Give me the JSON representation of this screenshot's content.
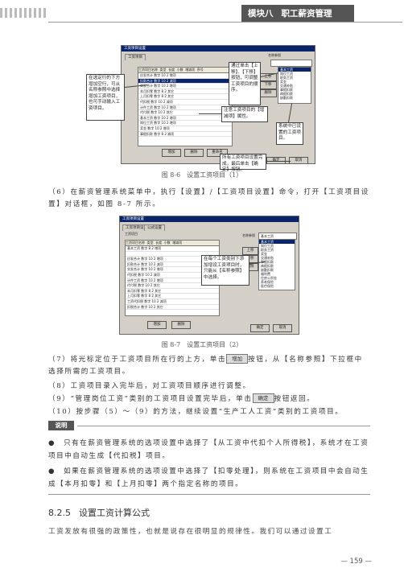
{
  "header": {
    "chapter": "模块八",
    "title": "职工薪资管理"
  },
  "figure1": {
    "window_title": "工资项目设置",
    "tab": "工资项目",
    "columns": [
      "工资项目名称",
      "类型",
      "长度",
      "小数",
      "增减项",
      "序号"
    ],
    "rows": [
      "应发合计  数字 10 2 增项",
      "扣款合计  数字 10 2 减项",
      "实发合计  数字 10 2 增项",
      "本月扣零  数字 8 2 其它",
      "上月扣零  数字 8 2 其它",
      "代扣税  数字 10 2 减项",
      "计件工资  数字 10 2 增项",
      "代付税  数字 10 2 其它",
      "基本工资  数字 10 2 增项",
      "岗位工资  数字 10 2 增项",
      "奖金  数字 10 2 增项",
      "事假扣款  数字 8 2 减项"
    ],
    "selected_row": 1,
    "ref_label": "名称参照",
    "side_items": [
      "基本工资",
      "岗位工资",
      "职务工资",
      "奖金",
      "交通补贴",
      "事假扣款",
      "病假扣款",
      "缺勤扣款"
    ],
    "side_buttons": [
      "上移",
      "下移",
      "删除"
    ],
    "bottom_buttons": [
      "增加",
      "删除",
      "重命名"
    ],
    "ok_button": "确定",
    "cancel_button": "取消",
    "callouts": {
      "left": "在选定行的下方增加空行，可从名称参照中选择增加工资项目，也可手动输入工资项目。",
      "top_right": "通过单击【上移】、【下移】按钮，可调整工资项目的顺序。",
      "middle": "注意工资项目的【增减项】属性。",
      "right": "系统中已设置的工资项目。",
      "bottom": "所有工资项目设置完成，最后单击【确定】按钮。"
    }
  },
  "caption1": "图 8-6　设置工资项目（1）",
  "para6": "（6）在薪资管理系统菜单中，执行【设置】/【工资项目设置】命令，打开【工资项目设置】对话框，如图 8-7 所示。",
  "figure2": {
    "window_title": "工资项目设置",
    "tabs": [
      "工资项目设置",
      "公式设置"
    ],
    "group_label": "工资项目",
    "columns": [
      "工资项目名称",
      "类型",
      "长度",
      "小数",
      "增减项"
    ],
    "rows": [
      "基本工资  数字 8 2 增项",
      "",
      "应发合计  数字 10 2 增项",
      "扣款合计  数字 10 2 减项",
      "实发合计  数字 10 2 增项",
      "代扣税  数字 10 2 减项",
      "计件工资  数字 10 2 增项",
      "代付税  数字 10 2 其它",
      "本月扣零  数字 8 2 其它",
      "上月扣零  数字 8 2 其它",
      "工资代扣税  数字 10 2 减项",
      "扣税合计  数字 10 2 其它"
    ],
    "ref_label": "名称参照",
    "ref_value": "基本工资",
    "side_items": [
      "基本工资",
      "岗位工资",
      "职务工资",
      "奖金",
      "交通补贴",
      "事假扣款",
      "病假扣款",
      "缺勤扣款",
      "福利费",
      "住房公积金",
      "养老保险",
      "医疗保险"
    ],
    "side_buttons": [
      "上移",
      "下移",
      "删除"
    ],
    "bottom_buttons": [
      "增加",
      "删除"
    ],
    "ok_button": "确定",
    "cancel_button": "取消",
    "callout": "在每个工资类别下添加增设工资项目时，只能从【名称参照】中选择。"
  },
  "caption2": "图 8-7　设置工资项目（2）",
  "para7_pre": "（7）将光标定位于工资项目所在行的上方，单击",
  "para7_btn": "增加",
  "para7_post": "按钮，从【名称参照】下拉框中选择所需的工资项目。",
  "para8": "（8）工资项目录入完毕后，对工资项目顺序进行调整。",
  "para9_pre": "（9）“管理岗位工资”类别的工资项目设置完毕后，单击",
  "para9_btn": "确定",
  "para9_post": "按钮返回。",
  "para10": "（10）按步骤（5）～（9）的方法，继续设置“生产工人工资”类别的工资项目。",
  "note": {
    "title": "说明",
    "items": [
      "●　只有在薪资管理系统的选项设置中选择了【从工资中代扣个人所得税】，系统才在工资项目中自动生成【代扣税】项目。",
      "●　如果在薪资管理系统的选项设置中选择了【扣零处理】，则系统在工资项目中会自动生成【本月扣零】和【上月扣零】两个指定名称的项目。"
    ]
  },
  "section": {
    "number": "8.2.5",
    "title": "设置工资计算公式"
  },
  "body_text": "工资发放有很强的政策性，也就是说存在很明显的规律性。我们可以通过设置工",
  "page_number": "— 159 —"
}
